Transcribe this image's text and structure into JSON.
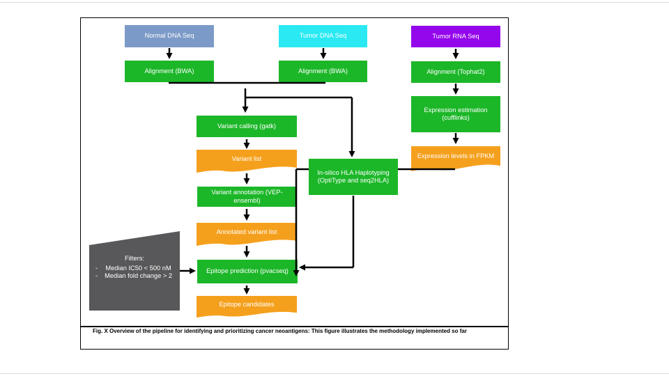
{
  "diagram": {
    "nodes": {
      "normal_dna_seq": "Normal DNA Seq",
      "tumor_dna_seq": "Tumor DNA Seq",
      "tumor_rna_seq": "Tumor RNA Seq",
      "alignment_bwa_normal": "Alignment (BWA)",
      "alignment_bwa_tumor": "Alignment (BWA)",
      "alignment_tophat": "Alignment (Tophat2)",
      "expression_estimation": "Expression estimation (cufflinks)",
      "expression_levels": "Expression levels in FPKM",
      "variant_calling": "Variant calling (gatk)",
      "variant_list": "Variant list",
      "hla_haplotyping": "In-silico HLA Haplotyping (OptiType and seq2HLA)",
      "variant_annotation": "Variant annotation (VEP-ensembl)",
      "annotated_variant_list": "Annotated variant list",
      "epitope_prediction": "Epitope prediction (pvacseq)",
      "epitope_candidates": "Epitope candidates"
    },
    "filters": {
      "title": "Filters:",
      "bullet": "-",
      "items": [
        {
          "label": "Median IC50 < 500 nM"
        },
        {
          "label": "Median fold change > 2"
        }
      ]
    },
    "caption": "Fig. X Overview of the pipeline for identifying and prioritizing cancer neoantigens: This figure illustrates the methodology implemented so far",
    "colors": {
      "input_normal_dna": "#7C9AC8",
      "input_tumor_dna": "#2BE9F2",
      "input_tumor_rna": "#9406EC",
      "process": "#1CB729",
      "output": "#F5A01D",
      "filter_box": "#58585A",
      "connector": "#000000"
    }
  }
}
